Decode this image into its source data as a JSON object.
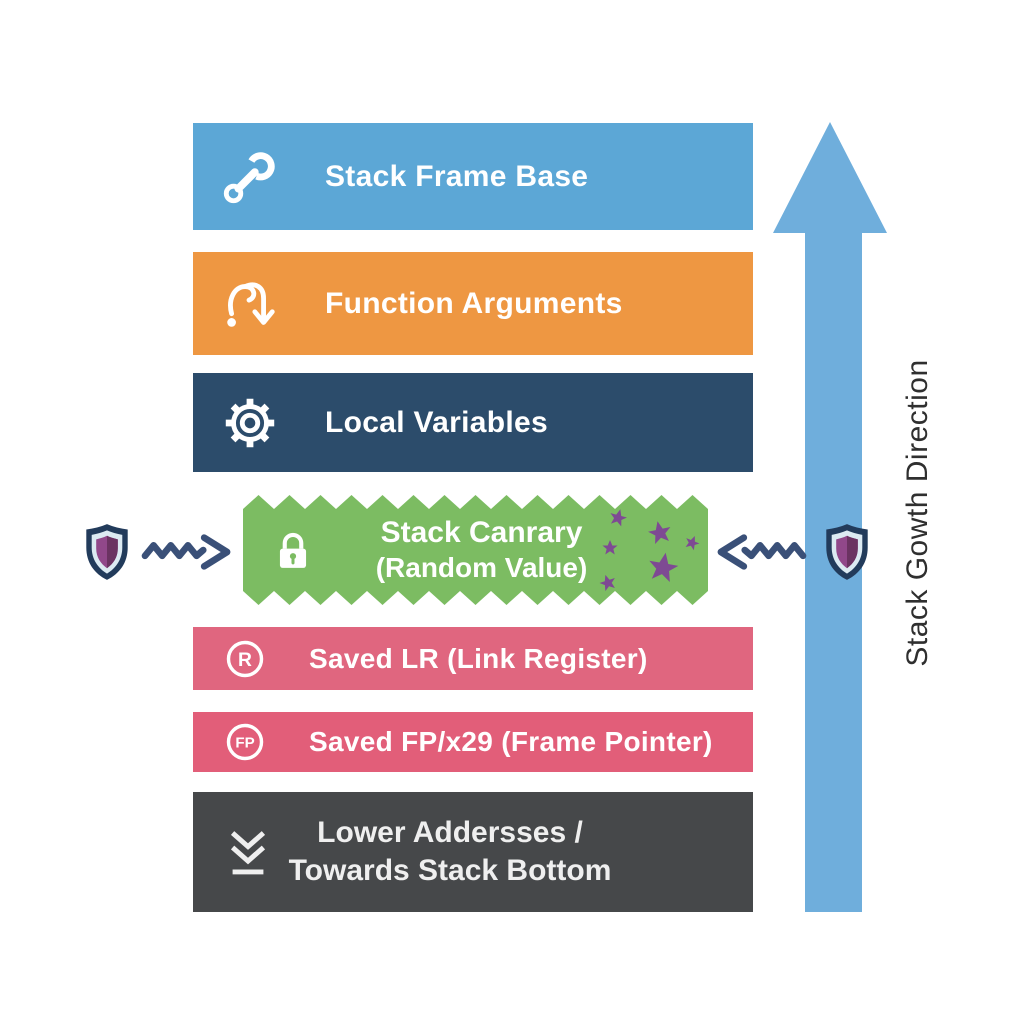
{
  "bars": [
    {
      "label": "Stack Frame Base",
      "icon": "wrench-icon",
      "color": "#5CA7D6"
    },
    {
      "label": "Function Arguments",
      "icon": "curved-down-arrow-icon",
      "color": "#EE9742"
    },
    {
      "label": "Local Variables",
      "icon": "gear-icon",
      "color": "#2C4C6B"
    },
    {
      "label_line1": "Stack Canrary",
      "label_line2": "(Random Value)",
      "icon": "lock-icon",
      "color": "#7CBC62",
      "decoration": "purple-stars"
    },
    {
      "label": "Saved LR (Link Register)",
      "icon": "r-badge-icon",
      "badge": "R",
      "color": "#E0667F"
    },
    {
      "label": "Saved FP/x29 (Frame Pointer)",
      "icon": "fp-badge-icon",
      "badge": "FP",
      "color": "#E25E79"
    },
    {
      "label_line1": "Lower Addersses /",
      "label_line2": "Towards Stack Bottom",
      "icon": "double-chevron-down-icon",
      "color": "#46484A"
    }
  ],
  "growth_arrow": {
    "label": "Stack Gowth Direction",
    "direction": "up",
    "color": "#6FAEDC"
  },
  "guards": {
    "left_icon": "shield-icon",
    "right_icon": "shield-icon",
    "arrow_style": "wavy"
  },
  "colors": {
    "background": "#FFFFFF",
    "canary_star": "#7E4A93",
    "wavy_arrow": "#3A5078",
    "shield_outline": "#223B5B",
    "shield_band": "#DCEAF2",
    "shield_core_light": "#91488A",
    "shield_core_dark": "#6B3362",
    "vertical_label_text": "#2F2F2F"
  }
}
